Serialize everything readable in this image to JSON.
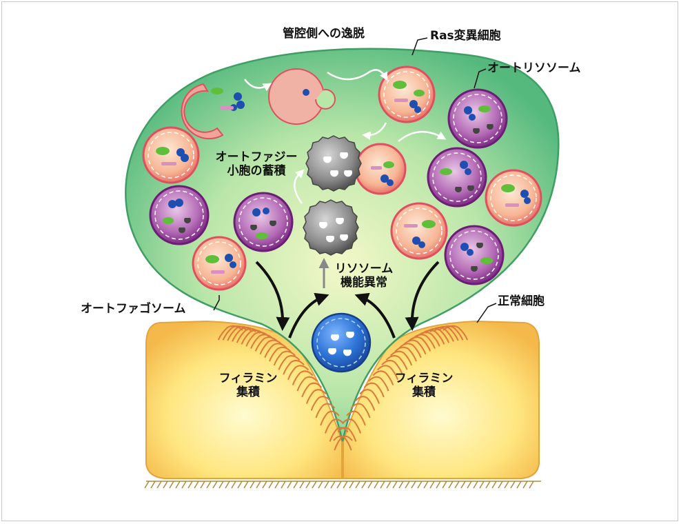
{
  "labels": {
    "extrusion": "管腔側への逸脱",
    "ras_cell": "Ras変異細胞",
    "autolysosome": "オートリソソーム",
    "autophagy_accum_line1": "オートファジー",
    "autophagy_accum_line2": "小胞の蓄積",
    "lysosome_dysfunction_line1": "リソソーム",
    "lysosome_dysfunction_line2": "機能異常",
    "autophagosome": "オートファゴソーム",
    "normal_cell": "正常細胞",
    "filamin_line1": "フィラミン",
    "filamin_line2": "集積"
  },
  "colors": {
    "ras_cell_fill": "#7ccf9a",
    "normal_cell_fill": "#ffe27a",
    "autophagosome_fill": "#f5a98a",
    "autolysosome_fill": "#a25ba8",
    "lysosome_fill": "#2d74d6",
    "vesicle_gray": "#8a8a8a",
    "mitochondria": "#5fbf3a",
    "filamin": "#e0864a"
  }
}
